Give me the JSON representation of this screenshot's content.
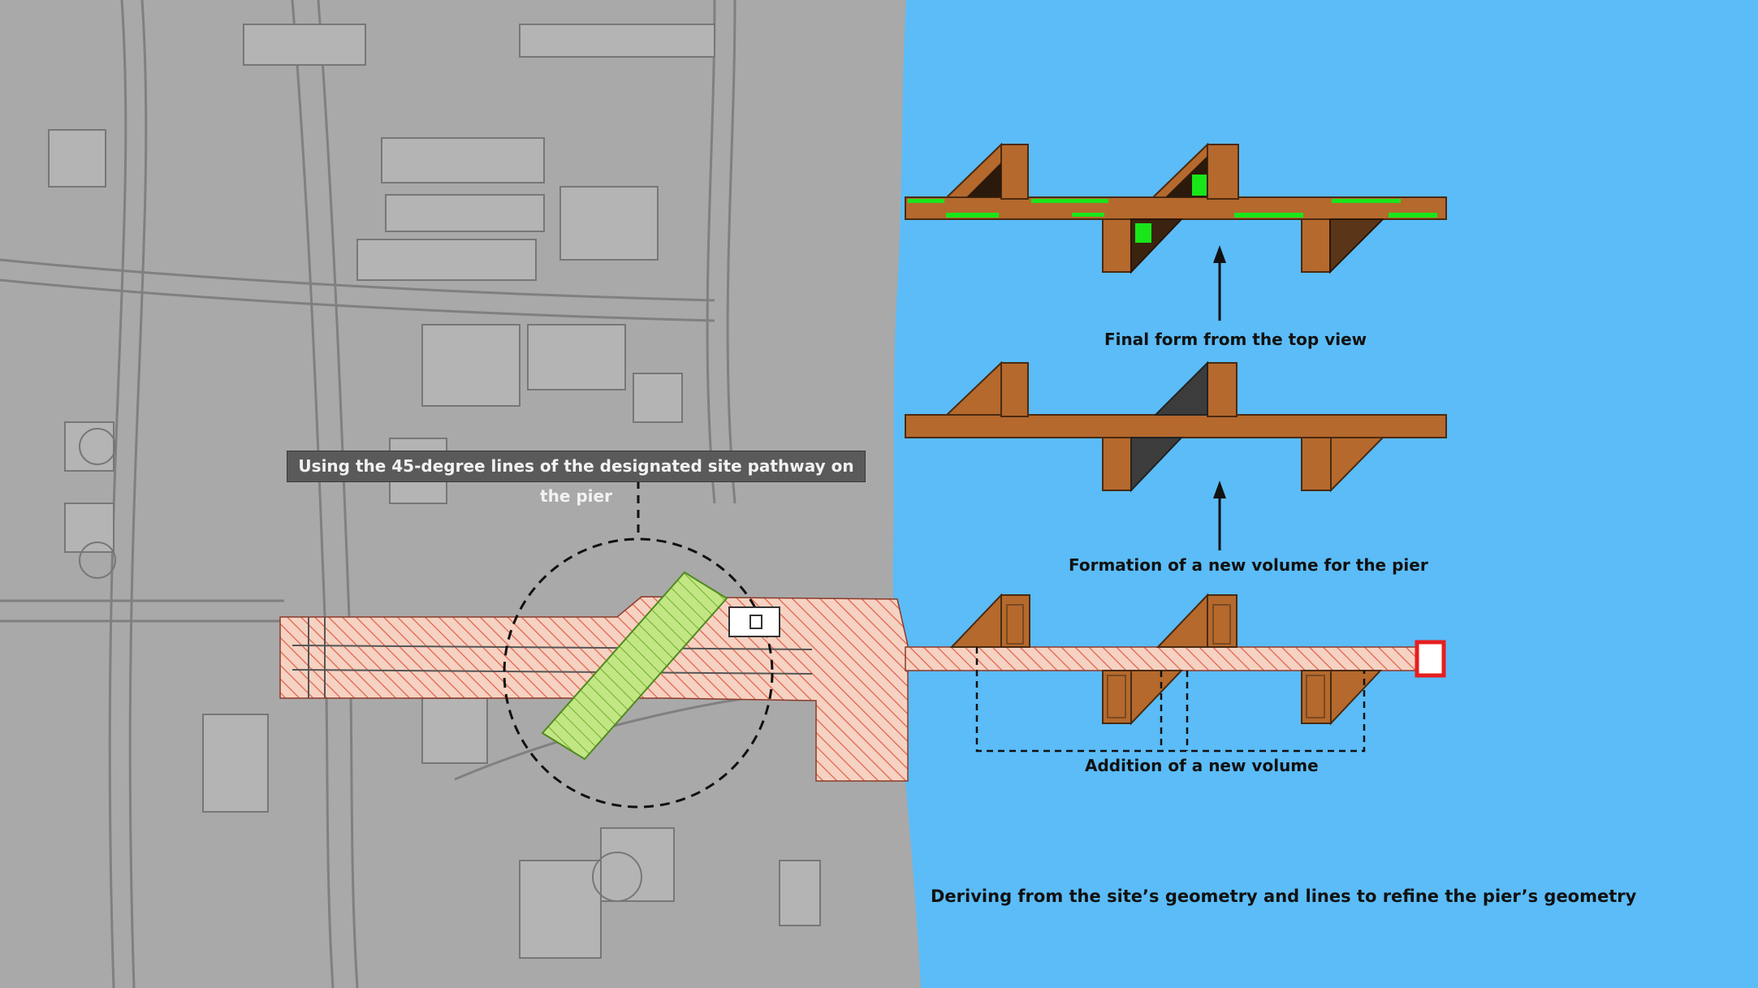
{
  "callouts": {
    "site_pathway": "Using the 45-degree lines of the designated site pathway on the pier"
  },
  "stages": {
    "top_view": "Final form from the top view",
    "new_volume": "Formation of a new volume for the pier",
    "addition": "Addition of a new volume"
  },
  "caption": "Deriving from the site’s geometry and lines to refine the pier’s geometry",
  "colors": {
    "sea": "#5bbcf7",
    "site_plan": "#a9a9a9",
    "pier_wood": "#b5692d",
    "pier_pink": "#f4c3ab",
    "pathway_green": "#b7e07a",
    "vegetation": "#19e619",
    "end_cap": "#e61e1e"
  }
}
